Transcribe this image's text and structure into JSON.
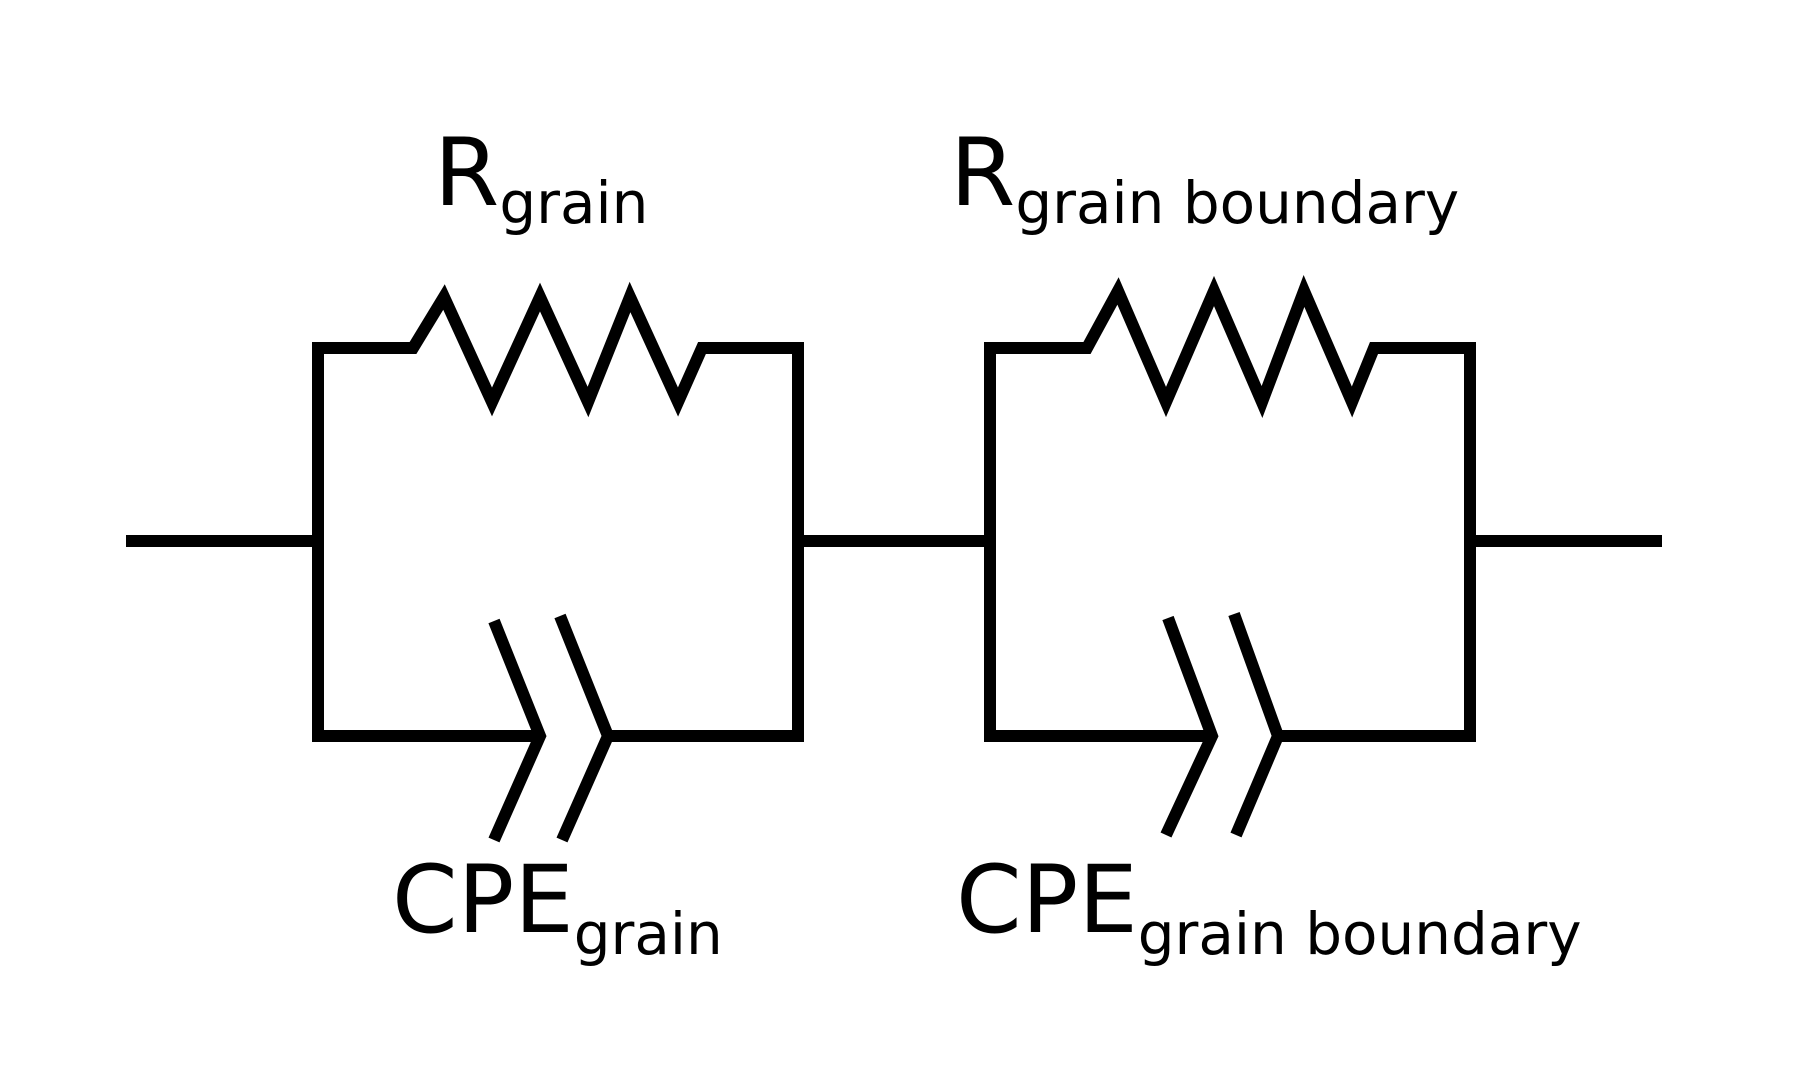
{
  "colors": {
    "background": "#ffffff",
    "stroke": "#000000",
    "text": "#000000"
  },
  "circuit": {
    "elements": [
      {
        "id": "block-1",
        "resistor": {
          "symbol": "R",
          "subscript": "grain"
        },
        "cpe": {
          "symbol": "CPE",
          "subscript": "grain"
        }
      },
      {
        "id": "block-2",
        "resistor": {
          "symbol": "R",
          "subscript": "grain boundary"
        },
        "cpe": {
          "symbol": "CPE",
          "subscript": "grain boundary"
        }
      }
    ]
  }
}
